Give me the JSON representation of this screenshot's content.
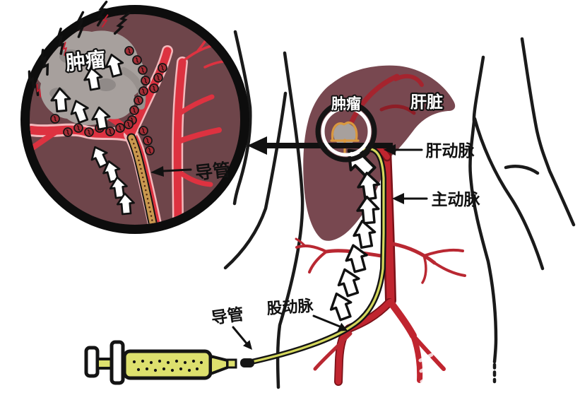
{
  "inset": {
    "tumor_label": "肿瘤",
    "catheter_label": "导管"
  },
  "body": {
    "tumor_label": "肿瘤",
    "liver_label": "肝脏",
    "hepatic_artery_label": "肝动脉",
    "aorta_label": "主动脉",
    "femoral_artery_label": "股动脉",
    "catheter_label": "导管"
  },
  "colors": {
    "background": "#ffffff",
    "outline": "#1a1a1a",
    "liver": "#784850",
    "inset-bg": "#6e454a",
    "vessel-red": "#dd3240",
    "vessel-edge": "#f2b9bc",
    "aorta-red": "#c0252f",
    "aorta-dark": "#7a1219",
    "branch-red": "#b92832",
    "catheter-core": "#d4d75c",
    "catheter-tan": "#c9984f",
    "syringe-yellow": "#dde06e",
    "tumor-gray": "#a7a09d",
    "tumor-orange": "#d9983f",
    "label-white": "#ffffff",
    "label-black": "#111111"
  }
}
